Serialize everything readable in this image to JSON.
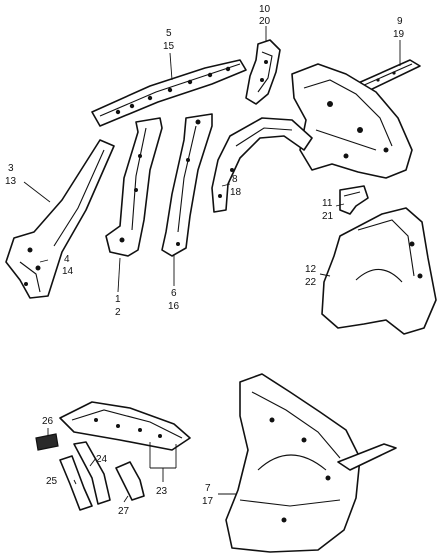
{
  "callouts": {
    "c5": "5",
    "c15": "15",
    "c10": "10",
    "c20": "20",
    "c9": "9",
    "c19": "19",
    "c3": "3",
    "c13": "13",
    "c4": "4",
    "c14": "14",
    "c1": "1",
    "c2": "2",
    "c6": "6",
    "c16": "16",
    "c8": "8",
    "c18": "18",
    "c11": "11",
    "c21": "21",
    "c12": "12",
    "c22": "22",
    "c26": "26",
    "c24": "24",
    "c25": "25",
    "c27": "27",
    "c23": "23",
    "c7": "7",
    "c17": "17"
  }
}
